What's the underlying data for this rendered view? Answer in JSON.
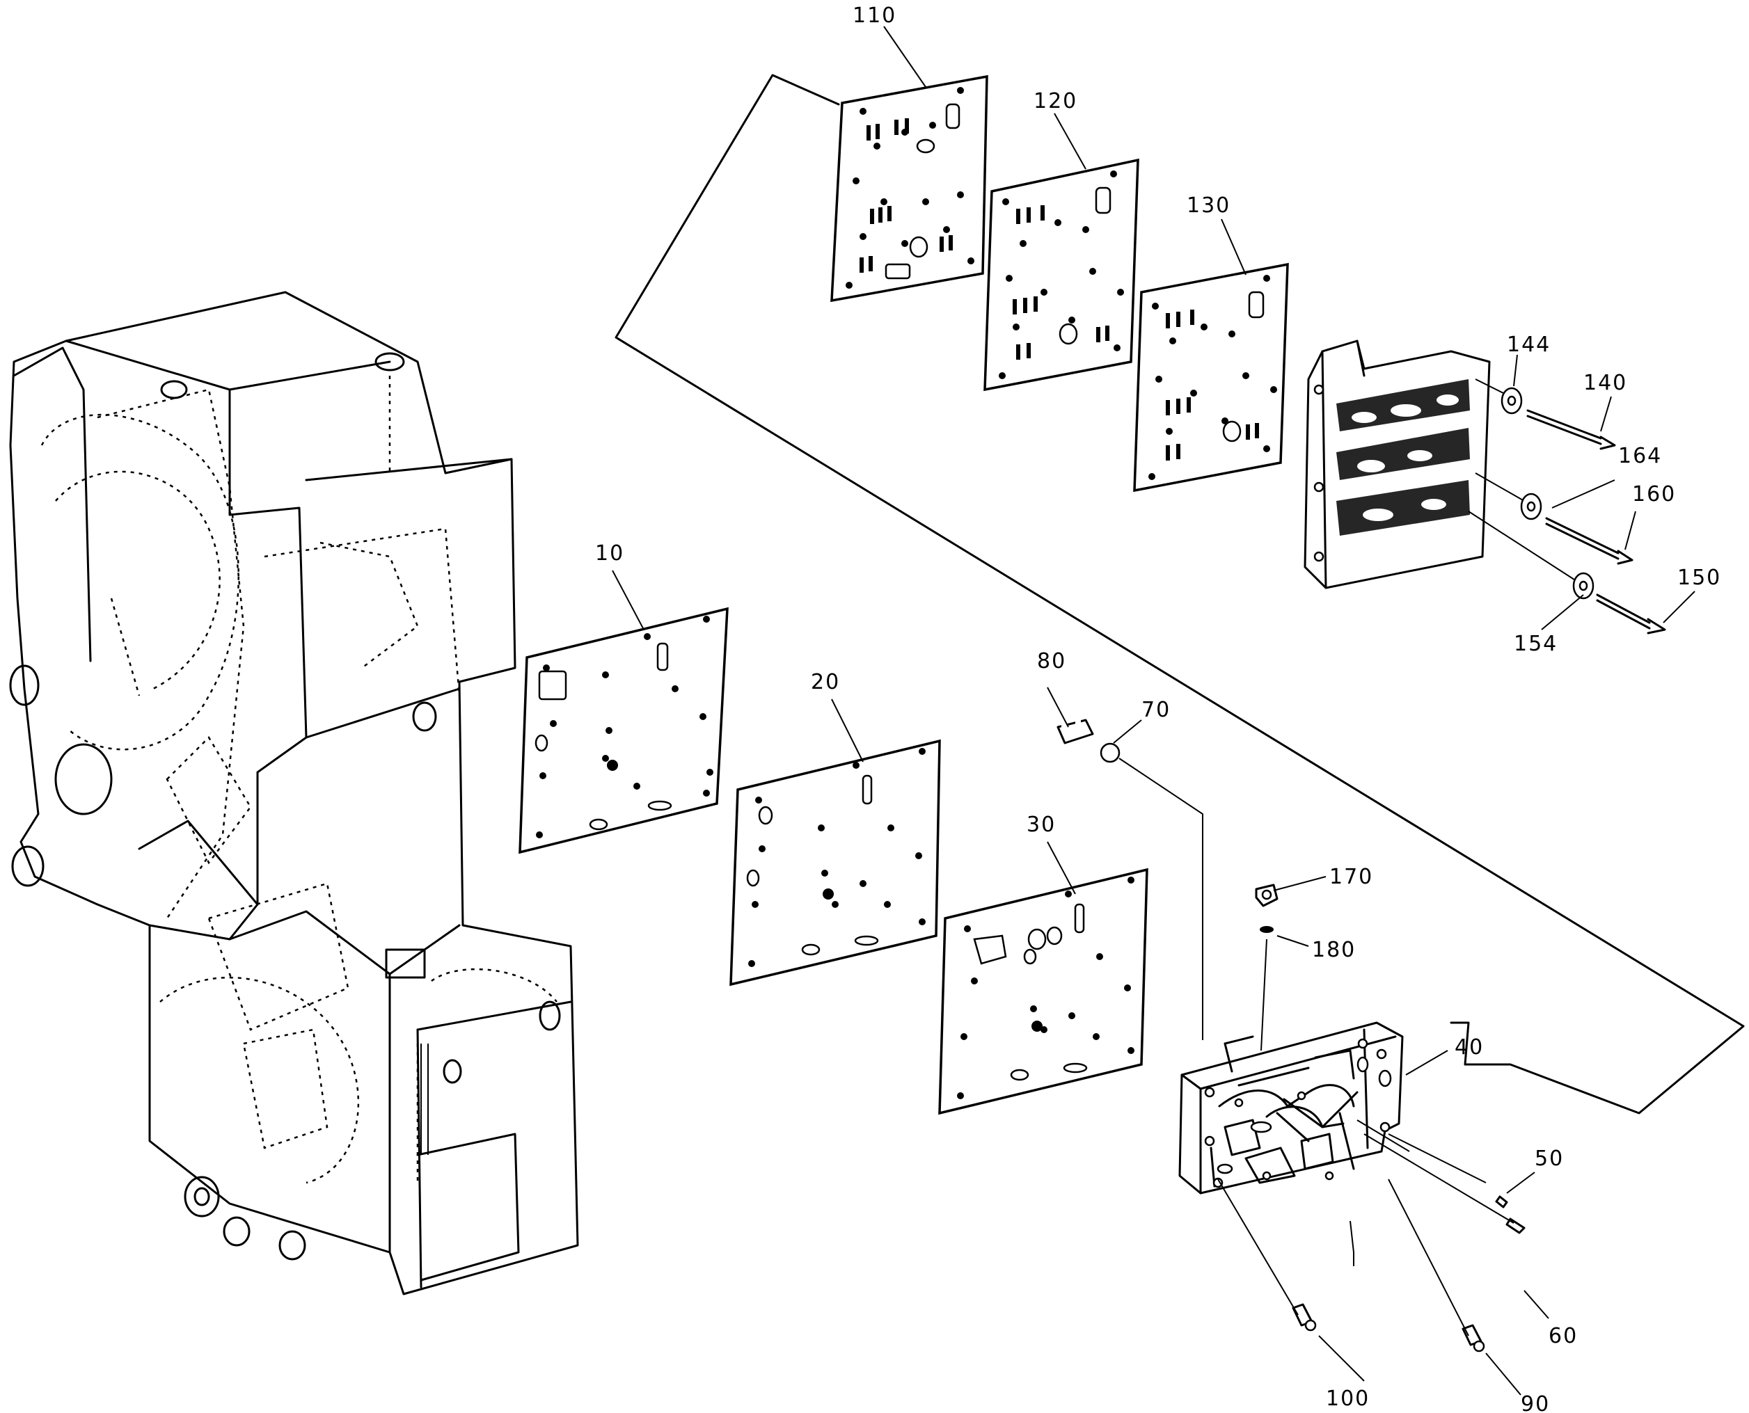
{
  "diagram": {
    "callouts": [
      {
        "id": "c110",
        "label": "110"
      },
      {
        "id": "c120",
        "label": "120"
      },
      {
        "id": "c130",
        "label": "130"
      },
      {
        "id": "c144",
        "label": "144"
      },
      {
        "id": "c140",
        "label": "140"
      },
      {
        "id": "c164",
        "label": "164"
      },
      {
        "id": "c160",
        "label": "160"
      },
      {
        "id": "c150",
        "label": "150"
      },
      {
        "id": "c154",
        "label": "154"
      },
      {
        "id": "c10",
        "label": "10"
      },
      {
        "id": "c20",
        "label": "20"
      },
      {
        "id": "c30",
        "label": "30"
      },
      {
        "id": "c80",
        "label": "80"
      },
      {
        "id": "c70",
        "label": "70"
      },
      {
        "id": "c170",
        "label": "170"
      },
      {
        "id": "c180",
        "label": "180"
      },
      {
        "id": "c40",
        "label": "40"
      },
      {
        "id": "c50",
        "label": "50"
      },
      {
        "id": "c60",
        "label": "60"
      },
      {
        "id": "c100",
        "label": "100"
      },
      {
        "id": "c90",
        "label": "90"
      }
    ]
  }
}
